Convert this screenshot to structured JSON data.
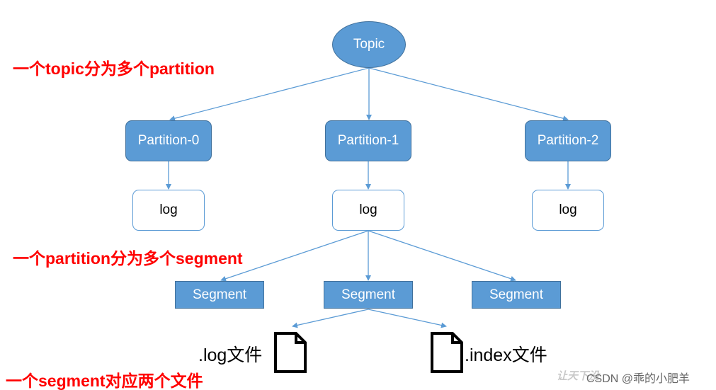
{
  "nodes": {
    "topic": "Topic",
    "partitions": [
      "Partition-0",
      "Partition-1",
      "Partition-2"
    ],
    "logs": [
      "log",
      "log",
      "log"
    ],
    "segments": [
      "Segment",
      "Segment",
      "Segment"
    ]
  },
  "files": {
    "log_file": ".log文件",
    "index_file": ".index文件"
  },
  "annotations": {
    "topic_note": "一个topic分为多个partition",
    "partition_note": "一个partition分为多个segment",
    "segment_note": "一个segment对应两个文件"
  },
  "watermark": {
    "mark": "让天下没",
    "credit": "CSDN @乖的小肥羊"
  },
  "colors": {
    "node_fill": "#5b9bd5",
    "node_border": "#41719c",
    "edge": "#5b9bd5",
    "annotation": "#ff0000"
  },
  "icons": {
    "file": "document-icon"
  }
}
